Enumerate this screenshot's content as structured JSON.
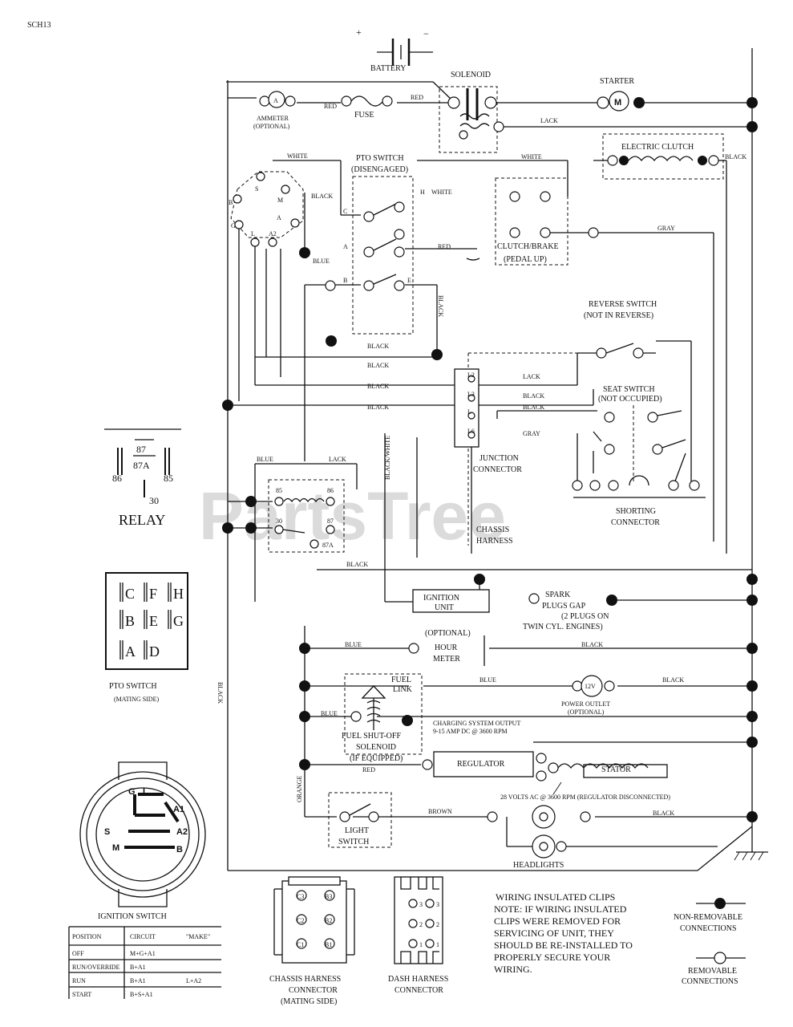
{
  "page_code": "SCH13",
  "watermark": "PartsTree",
  "battery": {
    "label": "BATTERY",
    "plus": "+",
    "minus": "−"
  },
  "solenoid": {
    "label": "SOLENOID"
  },
  "starter": {
    "label": "STARTER",
    "symbol": "M"
  },
  "ammeter": {
    "label": "AMMETER",
    "optional": "(OPTIONAL)",
    "symbol": "A"
  },
  "fuse": {
    "label": "FUSE"
  },
  "electric_clutch": {
    "label": "ELECTRIC CLUTCH"
  },
  "pto_switch_top": {
    "label": "PTO SWITCH",
    "state": "(DISENGAGED)",
    "terms": [
      "C",
      "H",
      "A",
      "B",
      "E"
    ]
  },
  "clutch_brake": {
    "label": "CLUTCH/BRAKE",
    "state": "(PEDAL UP)"
  },
  "reverse_switch": {
    "label": "REVERSE SWITCH",
    "state": "(NOT IN REVERSE)"
  },
  "seat_switch": {
    "label": "SEAT SWITCH",
    "state": "(NOT OCCUPIED)"
  },
  "junction_connector": {
    "label": "JUNCTION",
    "label2": "CONNECTOR",
    "pins": [
      "L2",
      "L3",
      "L",
      "L6"
    ]
  },
  "shorting_connector": {
    "label": "SHORTING",
    "label2": "CONNECTOR"
  },
  "chassis_harness": {
    "label": "CHASSIS",
    "label2": "HARNESS"
  },
  "ignition_switch_terms": [
    "B",
    "S",
    "M",
    "G",
    "L",
    "A2",
    "A"
  ],
  "relay": {
    "label": "RELAY",
    "pins": [
      "87",
      "87A",
      "86",
      "85",
      "30"
    ],
    "box_pins": [
      "85",
      "86",
      "30",
      "87",
      "87A"
    ]
  },
  "ignition_unit": {
    "label": "IGNITION",
    "label2": "UNIT"
  },
  "spark_plugs": {
    "line1": "SPARK",
    "line2": "PLUGS GAP",
    "line3": "(2 PLUGS ON",
    "line4": "TWIN CYL. ENGINES)"
  },
  "hour_meter": {
    "optional": "(OPTIONAL)",
    "line1": "HOUR",
    "line2": "METER"
  },
  "fuel_link": {
    "line1": "FUEL",
    "line2": "LINK"
  },
  "power_outlet": {
    "symbol": "12V",
    "label": "POWER OUTLET",
    "optional": "(OPTIONAL)"
  },
  "fuel_shutoff": {
    "line1": "FUEL SHUT-OFF",
    "line2": "SOLENOID",
    "line3": "(IF EQUIPPED)"
  },
  "charging_output": {
    "line1": "CHARGING SYSTEM OUTPUT",
    "line2": "9-15 AMP DC @ 3600 RPM"
  },
  "regulator": {
    "label": "REGULATOR"
  },
  "stator": {
    "label": "STATOR"
  },
  "stator_note": "28 VOLTS AC @ 3600 RPM (REGULATOR DISCONNECTED)",
  "light_switch": {
    "line1": "LIGHT",
    "line2": "SWITCH"
  },
  "headlights": {
    "label": "HEADLIGHTS"
  },
  "wire_colors": {
    "red": "RED",
    "white": "WHITE",
    "black": "BLACK",
    "black_alt": "LACK",
    "blue": "BLUE",
    "gray": "GRAY",
    "brown": "BROWN",
    "orange": "ORANGE",
    "black_white": "BLACK/WHITE"
  },
  "pto_switch_legend": {
    "title": "PTO SWITCH",
    "subtitle": "(MATING SIDE)",
    "cells": [
      "C",
      "F",
      "H",
      "B",
      "E",
      "G",
      "A",
      "D"
    ]
  },
  "ignition_switch_legend": {
    "title": "IGNITION SWITCH",
    "face_terms": [
      "G",
      "L",
      "A1",
      "S",
      "A2",
      "M",
      "B"
    ],
    "headers": [
      "POSITION",
      "CIRCUIT",
      "\"MAKE\""
    ],
    "rows": [
      [
        "OFF",
        "M+G+A1",
        ""
      ],
      [
        "RUN/OVERRIDE",
        "B+A1",
        ""
      ],
      [
        "RUN",
        "B+A1",
        "L+A2"
      ],
      [
        "START",
        "B+S+A1",
        ""
      ]
    ]
  },
  "chassis_connector": {
    "line1": "CHASSIS HARNESS",
    "line2": "CONNECTOR",
    "line3": "(MATING SIDE)",
    "pins": [
      "C3",
      "B3",
      "C2",
      "B2",
      "C1",
      "B1"
    ]
  },
  "dash_connector": {
    "line1": "DASH HARNESS",
    "line2": "CONNECTOR",
    "pins": [
      "3",
      "3",
      "2",
      "2",
      "1",
      "1"
    ]
  },
  "note": {
    "line1": "WIRING INSULATED CLIPS",
    "line2": "NOTE: IF WIRING INSULATED",
    "line3": "CLIPS WERE REMOVED FOR",
    "line4": "SERVICING OF UNIT, THEY",
    "line5": "SHOULD BE RE-INSTALLED TO",
    "line6": "PROPERLY SECURE YOUR",
    "line7": "WIRING."
  },
  "legend_connections": {
    "non_removable_1": "NON-REMOVABLE",
    "non_removable_2": "CONNECTIONS",
    "removable_1": "REMOVABLE",
    "removable_2": "CONNECTIONS"
  }
}
